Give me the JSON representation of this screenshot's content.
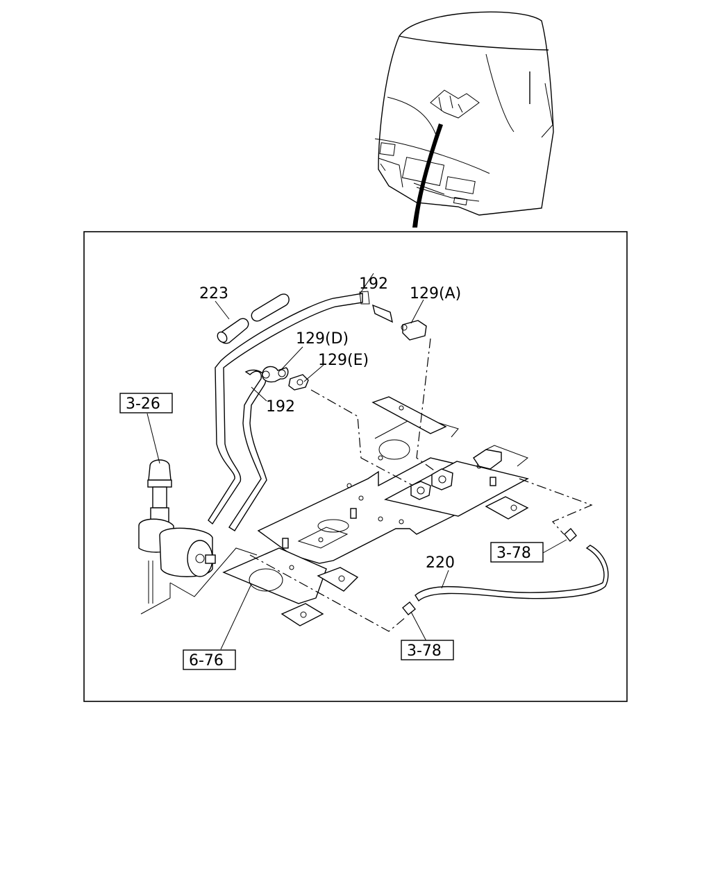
{
  "callouts": {
    "p223": "223",
    "p192_top": "192",
    "p192_mid": "192",
    "p129a": "129(A)",
    "p129d": "129(D)",
    "p129e": "129(E)",
    "p220": "220"
  },
  "references": {
    "ref_3_26": "3-26",
    "ref_6_76": "6-76",
    "ref_3_78_right": "3-78",
    "ref_3_78_bottom": "3-78"
  }
}
